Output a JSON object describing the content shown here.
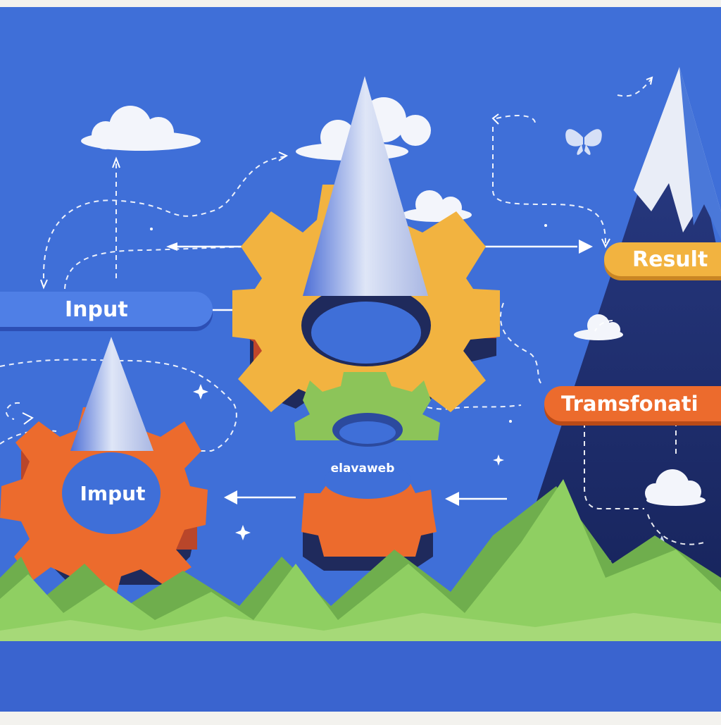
{
  "labels": {
    "input_pill": "Input",
    "result_pill": "Result",
    "transformation_pill": "Tramsfonati",
    "gear_input": "Imput",
    "middle_gear": "elavaweb"
  },
  "colors": {
    "sky": "#3f6fd8",
    "yellow_gear": "#f2b340",
    "orange_gear": "#ec6b2d",
    "green_gear": "#8cc459",
    "hills": "#8fcf62",
    "mountain": "#1e2f6e",
    "snow": "#e9edf7"
  },
  "icons": [
    "cloud-icon",
    "butterfly-icon",
    "sparkle-icon",
    "gear-icon",
    "arrow-icon"
  ]
}
